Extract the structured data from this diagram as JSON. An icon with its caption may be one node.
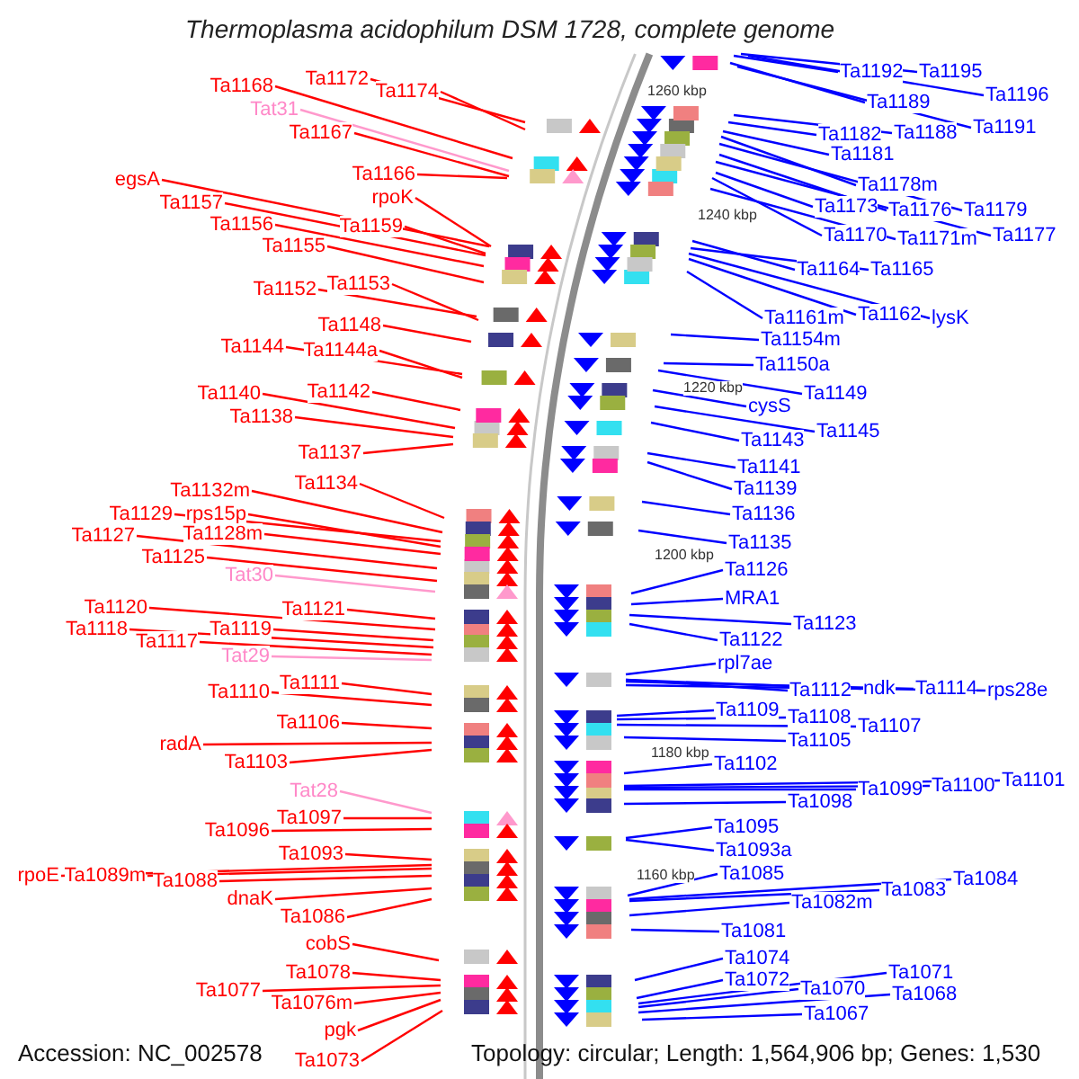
{
  "diagram": {
    "title": "Thermoplasma acidophilum DSM 1728, complete genome",
    "nodes": [
      {
        "text": [
          "Ta1168"
        ]
      },
      {
        "text": [
          "Ta1172"
        ]
      },
      {
        "text": [
          "Ta1174"
        ]
      },
      {
        "text": [
          "Tat31"
        ]
      },
      {
        "text": [
          "Ta1167"
        ]
      },
      {
        "text": [
          "Ta1166"
        ]
      },
      {
        "text": [
          "egsA"
        ]
      },
      {
        "text": [
          "rpoK"
        ]
      },
      {
        "text": [
          "Ta1157"
        ]
      },
      {
        "text": [
          "Ta1159"
        ]
      },
      {
        "text": [
          "Ta1156"
        ]
      },
      {
        "text": [
          "Ta1155"
        ]
      },
      {
        "text": [
          "Ta1152"
        ]
      },
      {
        "text": [
          "Ta1153"
        ]
      },
      {
        "text": [
          "Ta1148"
        ]
      },
      {
        "text": [
          "Ta1144"
        ]
      },
      {
        "text": [
          "Ta1144a"
        ]
      },
      {
        "text": [
          "Ta1140"
        ]
      },
      {
        "text": [
          "Ta1142"
        ]
      },
      {
        "text": [
          "Ta1138"
        ]
      },
      {
        "text": [
          "Ta1137"
        ]
      },
      {
        "text": [
          "Ta1134"
        ]
      },
      {
        "text": [
          "Ta1132m"
        ]
      },
      {
        "text": [
          "Ta1129"
        ]
      },
      {
        "text": [
          "rps15p"
        ]
      },
      {
        "text": [
          "Ta1127"
        ]
      },
      {
        "text": [
          "Ta1128m"
        ]
      },
      {
        "text": [
          "Ta1125"
        ]
      },
      {
        "text": [
          "Tat30"
        ]
      },
      {
        "text": [
          "Ta1120"
        ]
      },
      {
        "text": [
          "Ta1121"
        ]
      },
      {
        "text": [
          "Ta1118"
        ]
      },
      {
        "text": [
          "Ta1119"
        ]
      },
      {
        "text": [
          "Ta1117"
        ]
      },
      {
        "text": [
          "Tat29"
        ]
      },
      {
        "text": [
          "Ta1111"
        ]
      },
      {
        "text": [
          "Ta1110"
        ]
      },
      {
        "text": [
          "Ta1106"
        ]
      },
      {
        "text": [
          "radA"
        ]
      },
      {
        "text": [
          "Ta1103"
        ]
      },
      {
        "text": [
          "Tat28"
        ]
      },
      {
        "text": [
          "Ta1097"
        ]
      },
      {
        "text": [
          "Ta1096"
        ]
      },
      {
        "text": [
          "Ta1093"
        ]
      },
      {
        "text": [
          "rpoE"
        ]
      },
      {
        "text": [
          "Ta1089m"
        ]
      },
      {
        "text": [
          "Ta1088"
        ]
      },
      {
        "text": [
          "dnaK"
        ]
      },
      {
        "text": [
          "Ta1086"
        ]
      },
      {
        "text": [
          "cobS"
        ]
      },
      {
        "text": [
          "Ta1078"
        ]
      },
      {
        "text": [
          "Ta1077"
        ]
      },
      {
        "text": [
          "Ta1076m"
        ]
      },
      {
        "text": [
          "pgk"
        ]
      },
      {
        "text": [
          "Ta1073"
        ]
      },
      {
        "text": [
          "Ta1192"
        ]
      },
      {
        "text": [
          "Ta1195"
        ]
      },
      {
        "text": [
          "Ta1196"
        ]
      },
      {
        "text": [
          "Ta1189"
        ]
      },
      {
        "text": [
          "Ta1191"
        ]
      },
      {
        "text": [
          "Ta1182"
        ]
      },
      {
        "text": [
          "Ta1188"
        ]
      },
      {
        "text": [
          "Ta1181"
        ]
      },
      {
        "text": [
          "Ta1178m"
        ]
      },
      {
        "text": [
          "Ta1173"
        ]
      },
      {
        "text": [
          "Ta1176"
        ]
      },
      {
        "text": [
          "Ta1179"
        ]
      },
      {
        "text": [
          "Ta1177"
        ]
      },
      {
        "text": [
          "Ta1170"
        ]
      },
      {
        "text": [
          "Ta1171m"
        ]
      },
      {
        "text": [
          "Ta1164"
        ]
      },
      {
        "text": [
          "Ta1165"
        ]
      },
      {
        "text": [
          "Ta1161m"
        ]
      },
      {
        "text": [
          "Ta1162"
        ]
      },
      {
        "text": [
          "lysK"
        ]
      },
      {
        "text": [
          "Ta1154m"
        ]
      },
      {
        "text": [
          "Ta1150a"
        ]
      },
      {
        "text": [
          "Ta1149"
        ]
      },
      {
        "text": [
          "cysS"
        ]
      },
      {
        "text": [
          "Ta1145"
        ]
      },
      {
        "text": [
          "Ta1143"
        ]
      },
      {
        "text": [
          "Ta1141"
        ]
      },
      {
        "text": [
          "Ta1139"
        ]
      },
      {
        "text": [
          "Ta1136"
        ]
      },
      {
        "text": [
          "Ta1135"
        ]
      },
      {
        "text": [
          "Ta1126"
        ]
      },
      {
        "text": [
          "MRA1"
        ]
      },
      {
        "text": [
          "Ta1123"
        ]
      },
      {
        "text": [
          "Ta1122"
        ]
      },
      {
        "text": [
          "rpl7ae"
        ]
      },
      {
        "text": [
          "Ta1112"
        ]
      },
      {
        "text": [
          "ndk"
        ]
      },
      {
        "text": [
          "Ta1114"
        ]
      },
      {
        "text": [
          "rps28e"
        ]
      },
      {
        "text": [
          "Ta1109"
        ]
      },
      {
        "text": [
          "Ta1108"
        ]
      },
      {
        "text": [
          "Ta1107"
        ]
      },
      {
        "text": [
          "Ta1105"
        ]
      },
      {
        "text": [
          "Ta1102"
        ]
      },
      {
        "text": [
          "Ta1099"
        ]
      },
      {
        "text": [
          "Ta1100"
        ]
      },
      {
        "text": [
          "Ta1101"
        ]
      },
      {
        "text": [
          "Ta1098"
        ]
      },
      {
        "text": [
          "Ta1095"
        ]
      },
      {
        "text": [
          "Ta1093a"
        ]
      },
      {
        "text": [
          "Ta1085"
        ]
      },
      {
        "text": [
          "Ta1083"
        ]
      },
      {
        "text": [
          "Ta1084"
        ]
      },
      {
        "text": [
          "Ta1082m"
        ]
      },
      {
        "text": [
          "Ta1081"
        ]
      },
      {
        "text": [
          "Ta1074"
        ]
      },
      {
        "text": [
          "Ta1072"
        ]
      },
      {
        "text": [
          "Ta1070"
        ]
      },
      {
        "text": [
          "Ta1071"
        ]
      },
      {
        "text": [
          "Ta1068"
        ]
      },
      {
        "text": [
          "Ta1067"
        ]
      }
    ],
    "edges": [
      {
        "from": 0,
        "to": null,
        "arrow": "none",
        "color": "#ff0000"
      },
      {
        "from": 1,
        "to": null,
        "arrow": "none",
        "color": "#ff0000"
      },
      {
        "from": 2,
        "to": null,
        "arrow": "none",
        "color": "#ff0000"
      },
      {
        "from": 3,
        "to": null,
        "arrow": "none",
        "color": "#ff99cc"
      },
      {
        "from": 4,
        "to": null,
        "arrow": "none",
        "color": "#ff0000"
      },
      {
        "from": 5,
        "to": null,
        "arrow": "none",
        "color": "#ff0000"
      },
      {
        "from": 6,
        "to": null,
        "arrow": "none",
        "color": "#ff0000"
      },
      {
        "from": 7,
        "to": null,
        "arrow": "none",
        "color": "#ff0000"
      },
      {
        "from": 8,
        "to": null,
        "arrow": "none",
        "color": "#ff0000"
      },
      {
        "from": 9,
        "to": null,
        "arrow": "none",
        "color": "#ff0000"
      },
      {
        "from": 10,
        "to": null,
        "arrow": "none",
        "color": "#ff0000"
      },
      {
        "from": 11,
        "to": null,
        "arrow": "none",
        "color": "#ff0000"
      },
      {
        "from": 12,
        "to": null,
        "arrow": "none",
        "color": "#ff0000"
      },
      {
        "from": 13,
        "to": null,
        "arrow": "none",
        "color": "#ff0000"
      },
      {
        "from": 14,
        "to": null,
        "arrow": "none",
        "color": "#ff0000"
      },
      {
        "from": 15,
        "to": null,
        "arrow": "none",
        "color": "#ff0000"
      },
      {
        "from": 16,
        "to": null,
        "arrow": "none",
        "color": "#ff0000"
      },
      {
        "from": 17,
        "to": null,
        "arrow": "none",
        "color": "#ff0000"
      },
      {
        "from": 18,
        "to": null,
        "arrow": "none",
        "color": "#ff0000"
      },
      {
        "from": 19,
        "to": null,
        "arrow": "none",
        "color": "#ff0000"
      },
      {
        "from": 20,
        "to": null,
        "arrow": "none",
        "color": "#ff0000"
      },
      {
        "from": 21,
        "to": null,
        "arrow": "none",
        "color": "#ff0000"
      },
      {
        "from": 22,
        "to": null,
        "arrow": "none",
        "color": "#ff0000"
      },
      {
        "from": 23,
        "to": null,
        "arrow": "none",
        "color": "#ff0000"
      },
      {
        "from": 24,
        "to": null,
        "arrow": "none",
        "color": "#ff0000"
      },
      {
        "from": 25,
        "to": null,
        "arrow": "none",
        "color": "#ff0000"
      },
      {
        "from": 26,
        "to": null,
        "arrow": "none",
        "color": "#ff0000"
      },
      {
        "from": 27,
        "to": null,
        "arrow": "none",
        "color": "#ff0000"
      },
      {
        "from": 28,
        "to": null,
        "arrow": "none",
        "color": "#ff99cc"
      },
      {
        "from": 29,
        "to": null,
        "arrow": "none",
        "color": "#ff0000"
      },
      {
        "from": 30,
        "to": null,
        "arrow": "none",
        "color": "#ff0000"
      },
      {
        "from": 31,
        "to": null,
        "arrow": "none",
        "color": "#ff0000"
      },
      {
        "from": 32,
        "to": null,
        "arrow": "none",
        "color": "#ff0000"
      },
      {
        "from": 33,
        "to": null,
        "arrow": "none",
        "color": "#ff0000"
      },
      {
        "from": 34,
        "to": null,
        "arrow": "none",
        "color": "#ff99cc"
      },
      {
        "from": 35,
        "to": null,
        "arrow": "none",
        "color": "#ff0000"
      },
      {
        "from": 36,
        "to": null,
        "arrow": "none",
        "color": "#ff0000"
      },
      {
        "from": 37,
        "to": null,
        "arrow": "none",
        "color": "#ff0000"
      },
      {
        "from": 38,
        "to": null,
        "arrow": "none",
        "color": "#ff0000"
      },
      {
        "from": 39,
        "to": null,
        "arrow": "none",
        "color": "#ff0000"
      },
      {
        "from": 40,
        "to": null,
        "arrow": "none",
        "color": "#ff99cc"
      },
      {
        "from": 41,
        "to": null,
        "arrow": "none",
        "color": "#ff0000"
      },
      {
        "from": 42,
        "to": null,
        "arrow": "none",
        "color": "#ff0000"
      },
      {
        "from": 43,
        "to": null,
        "arrow": "none",
        "color": "#ff0000"
      },
      {
        "from": 44,
        "to": null,
        "arrow": "none",
        "color": "#ff0000"
      },
      {
        "from": 45,
        "to": null,
        "arrow": "none",
        "color": "#ff0000"
      },
      {
        "from": 46,
        "to": null,
        "arrow": "none",
        "color": "#ff0000"
      },
      {
        "from": 47,
        "to": null,
        "arrow": "none",
        "color": "#ff0000"
      },
      {
        "from": 48,
        "to": null,
        "arrow": "none",
        "color": "#ff0000"
      },
      {
        "from": 49,
        "to": null,
        "arrow": "none",
        "color": "#ff0000"
      },
      {
        "from": 50,
        "to": null,
        "arrow": "none",
        "color": "#ff0000"
      },
      {
        "from": 51,
        "to": null,
        "arrow": "none",
        "color": "#ff0000"
      },
      {
        "from": 52,
        "to": null,
        "arrow": "none",
        "color": "#ff0000"
      },
      {
        "from": 53,
        "to": null,
        "arrow": "none",
        "color": "#ff0000"
      },
      {
        "from": 54,
        "to": null,
        "arrow": "none",
        "color": "#ff0000"
      },
      {
        "from": 55,
        "to": null,
        "arrow": "none"
      },
      {
        "from": 56,
        "to": null,
        "arrow": "none"
      },
      {
        "from": 57,
        "to": null,
        "arrow": "none"
      },
      {
        "from": 58,
        "to": null,
        "arrow": "none"
      },
      {
        "from": 59,
        "to": null,
        "arrow": "none"
      },
      {
        "from": 60,
        "to": null,
        "arrow": "none"
      },
      {
        "from": 61,
        "to": null,
        "arrow": "none"
      },
      {
        "from": 62,
        "to": null,
        "arrow": "none"
      },
      {
        "from": 63,
        "to": null,
        "arrow": "none"
      },
      {
        "from": 64,
        "to": null,
        "arrow": "none"
      },
      {
        "from": 65,
        "to": null,
        "arrow": "none"
      },
      {
        "from": 66,
        "to": null,
        "arrow": "none"
      },
      {
        "from": 67,
        "to": null,
        "arrow": "none"
      },
      {
        "from": 68,
        "to": null,
        "arrow": "none"
      },
      {
        "from": 69,
        "to": null,
        "arrow": "none"
      },
      {
        "from": 70,
        "to": null,
        "arrow": "none"
      },
      {
        "from": 71,
        "to": null,
        "arrow": "none"
      },
      {
        "from": 72,
        "to": null,
        "arrow": "none"
      },
      {
        "from": 73,
        "to": null,
        "arrow": "none"
      },
      {
        "from": 74,
        "to": null,
        "arrow": "none"
      },
      {
        "from": 75,
        "to": null,
        "arrow": "none"
      },
      {
        "from": 76,
        "to": null,
        "arrow": "none"
      },
      {
        "from": 77,
        "to": null,
        "arrow": "none"
      },
      {
        "from": 78,
        "to": null,
        "arrow": "none"
      },
      {
        "from": 79,
        "to": null,
        "arrow": "none"
      },
      {
        "from": 80,
        "to": null,
        "arrow": "none"
      },
      {
        "from": 81,
        "to": null,
        "arrow": "none"
      },
      {
        "from": 82,
        "to": null,
        "arrow": "none"
      },
      {
        "from": 83,
        "to": null,
        "arrow": "none"
      },
      {
        "from": 84,
        "to": null,
        "arrow": "none"
      },
      {
        "from": 85,
        "to": null,
        "arrow": "none"
      },
      {
        "from": 86,
        "to": null,
        "arrow": "none"
      },
      {
        "from": 87,
        "to": null,
        "arrow": "none"
      },
      {
        "from": 88,
        "to": null,
        "arrow": "none"
      },
      {
        "from": 89,
        "to": null,
        "arrow": "none"
      },
      {
        "from": 90,
        "to": null,
        "arrow": "none"
      },
      {
        "from": 91,
        "to": null,
        "arrow": "none"
      },
      {
        "from": 92,
        "to": null,
        "arrow": "none"
      },
      {
        "from": 93,
        "to": null,
        "arrow": "none"
      },
      {
        "from": 94,
        "to": null,
        "arrow": "none"
      },
      {
        "from": 95,
        "to": null,
        "arrow": "none"
      },
      {
        "from": 96,
        "to": null,
        "arrow": "none"
      },
      {
        "from": 97,
        "to": null,
        "arrow": "none"
      },
      {
        "from": 98,
        "to": null,
        "arrow": "none"
      },
      {
        "from": 99,
        "to": null,
        "arrow": "none"
      },
      {
        "from": 100,
        "to": null,
        "arrow": "none"
      },
      {
        "from": 101,
        "to": null,
        "arrow": "none"
      },
      {
        "from": 102,
        "to": null,
        "arrow": "none"
      },
      {
        "from": 103,
        "to": null,
        "arrow": "none"
      },
      {
        "from": 104,
        "to": null,
        "arrow": "none"
      },
      {
        "from": 105,
        "to": null,
        "arrow": "none"
      },
      {
        "from": 106,
        "to": null,
        "arrow": "none"
      },
      {
        "from": 107,
        "to": null,
        "arrow": "none"
      },
      {
        "from": 108,
        "to": null,
        "arrow": "none"
      },
      {
        "from": 109,
        "to": null,
        "arrow": "none"
      },
      {
        "from": 110,
        "to": null,
        "arrow": "none"
      },
      {
        "from": 111,
        "to": null,
        "arrow": "none"
      },
      {
        "from": 112,
        "to": null,
        "arrow": "none"
      },
      {
        "from": 113,
        "to": null,
        "arrow": "none"
      },
      {
        "from": 114,
        "to": null,
        "arrow": "none"
      },
      {
        "from": 115,
        "to": null,
        "arrow": "none"
      }
    ],
    "labels": [
      "1260 kbp",
      "1240 kbp",
      "1220 kbp",
      "1200 kbp",
      "1180 kbp",
      "1160 kbp",
      "Accession: NC_002578",
      "Topology: circular; Length: 1,564,906 bp; Genes: 1,530"
    ]
  }
}
